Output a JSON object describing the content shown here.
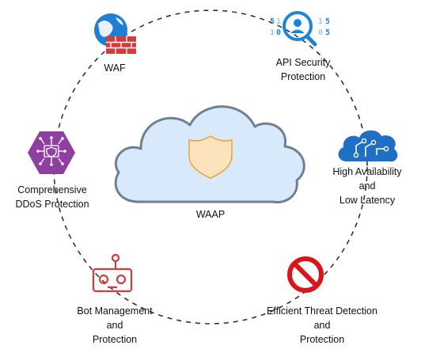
{
  "center": {
    "label": "WAAP"
  },
  "features": [
    {
      "id": "waf",
      "icon": "globe-firewall-icon",
      "lines": [
        "WAF"
      ]
    },
    {
      "id": "api",
      "icon": "api-security-icon",
      "lines": [
        "API Security",
        "Protection"
      ],
      "binary_digits": [
        "5",
        "1",
        "1",
        "0",
        "1",
        "5",
        "0",
        "5"
      ]
    },
    {
      "id": "ha",
      "icon": "brain-circuit-cloud-icon",
      "lines": [
        "High Availability",
        "and",
        "Low Latency"
      ]
    },
    {
      "id": "threat",
      "icon": "prohibited-icon",
      "lines": [
        "Efficient Threat Detection",
        "and",
        "Protection"
      ]
    },
    {
      "id": "bot",
      "icon": "robot-icon",
      "lines": [
        "Bot Management",
        "and",
        "Protection"
      ]
    },
    {
      "id": "ddos",
      "icon": "shield-network-hexagon-icon",
      "lines": [
        "Comprehensive",
        "DDoS Protection"
      ]
    }
  ],
  "colors": {
    "cloud_fill": "#d7e9fb",
    "cloud_stroke": "#6f8090",
    "shield_fill": "#fde3bc",
    "shield_stroke": "#e8a23c",
    "ring": "#333333",
    "firewall": "#d83a3a",
    "globe": "#1f7fd6",
    "api_blue": "#1a86d9",
    "ha_blue": "#1e6fc5",
    "prohibited": "#d9151c",
    "robot": "#d23c3c",
    "ddos_purple": "#8f3fa0"
  }
}
